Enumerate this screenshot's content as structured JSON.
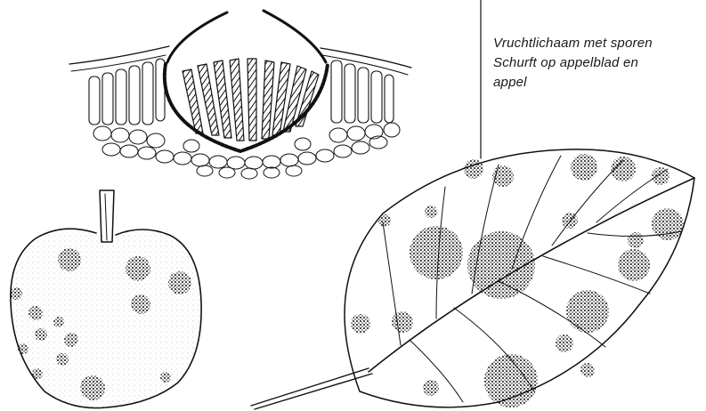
{
  "caption": {
    "line1": "Vruchtlichaam met sporen",
    "line2": "Schurft op appelblad en",
    "line3": "appel"
  },
  "colors": {
    "ink": "#111111",
    "paper": "#ffffff"
  },
  "icons": [
    "cross-section-illustration",
    "apple-illustration",
    "leaf-illustration"
  ]
}
